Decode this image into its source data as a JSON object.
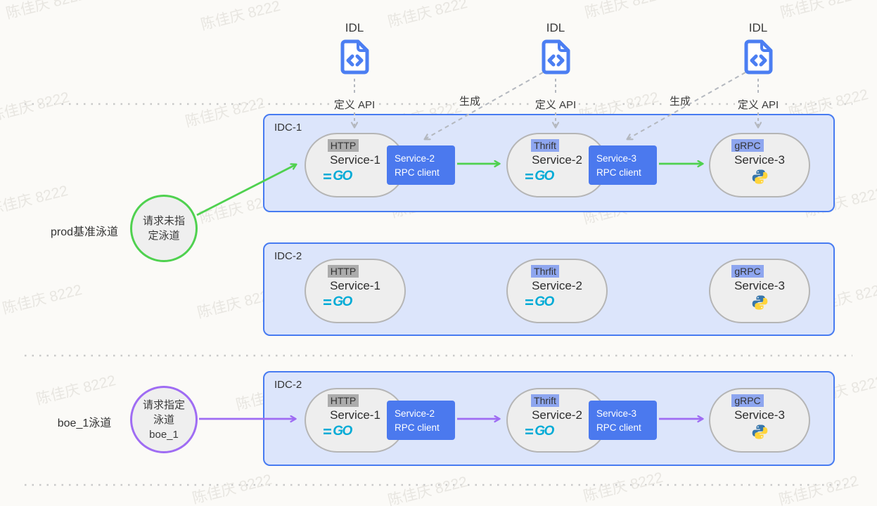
{
  "watermark": {
    "text": "陈佳庆 8222"
  },
  "idl_section": {
    "items": [
      {
        "title": "IDL",
        "action": "定义 API"
      },
      {
        "title": "IDL",
        "action": "定义 API"
      },
      {
        "title": "IDL",
        "action": "定义 API"
      }
    ],
    "generate_labels": [
      {
        "label": "生成"
      },
      {
        "label": "生成"
      }
    ]
  },
  "swimlanes": [
    {
      "label": "prod基准泳道",
      "request_circle": {
        "line1": "请求未指",
        "line2": "定泳道"
      }
    },
    {
      "label": "boe_1泳道",
      "request_circle": {
        "line1": "请求指定",
        "line2": "泳道",
        "line3": "boe_1"
      }
    }
  ],
  "idc_boxes": [
    {
      "label": "IDC-1",
      "services": [
        {
          "protocol": "HTTP",
          "name": "Service-1",
          "runtime": "go"
        },
        {
          "protocol": "Thrift",
          "name": "Service-2",
          "runtime": "go"
        },
        {
          "protocol": "gRPC",
          "name": "Service-3",
          "runtime": "python"
        }
      ],
      "rpc_clients": [
        {
          "line1": "Service-2",
          "line2": "RPC client"
        },
        {
          "line1": "Service-3",
          "line2": "RPC client"
        }
      ]
    },
    {
      "label": "IDC-2",
      "services": [
        {
          "protocol": "HTTP",
          "name": "Service-1",
          "runtime": "go"
        },
        {
          "protocol": "Thrfit",
          "name": "Service-2",
          "runtime": "go"
        },
        {
          "protocol": "gRPC",
          "name": "Service-3",
          "runtime": "python"
        }
      ]
    },
    {
      "label": "IDC-2",
      "services": [
        {
          "protocol": "HTTP",
          "name": "Service-1",
          "runtime": "go"
        },
        {
          "protocol": "Thrift",
          "name": "Service-2",
          "runtime": "go"
        },
        {
          "protocol": "gRPC",
          "name": "Service-3",
          "runtime": "python"
        }
      ],
      "rpc_clients": [
        {
          "line1": "Service-2",
          "line2": "RPC client"
        },
        {
          "line1": "Service-3",
          "line2": "RPC client"
        }
      ]
    }
  ],
  "logos": {
    "go_text": "GO"
  },
  "colors": {
    "accent_blue": "#477bf1",
    "box_fill": "#dce5fb",
    "node_fill": "#eeeeee",
    "node_border": "#b5b5b5",
    "rpc_client_blue": "#4b79ee",
    "arrow_green": "#4fd14f",
    "arrow_purple": "#9f6cf3",
    "tag_gray": "#acacac",
    "tag_blue": "#8ea6ef",
    "go_cyan": "#00abd6",
    "idl_blue": "#4b7ef2",
    "python_blue": "#3776ab",
    "python_yellow": "#ffd43b"
  }
}
